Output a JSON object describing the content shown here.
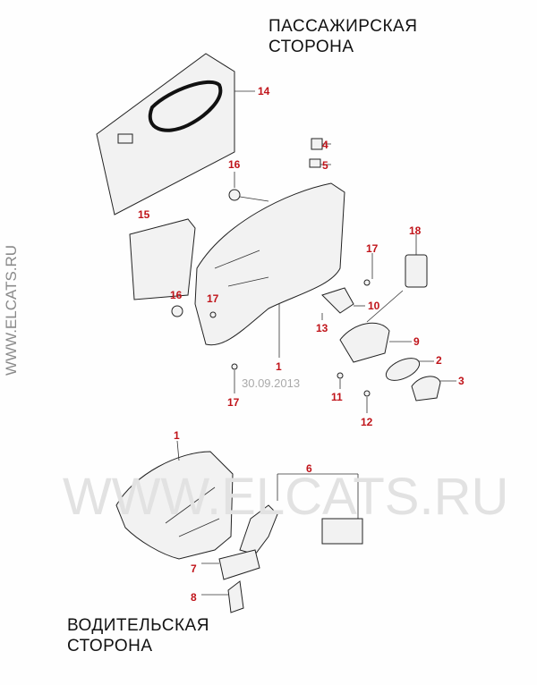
{
  "titles": {
    "passenger": [
      "ПАССАЖИРСКАЯ",
      "СТОРОНА"
    ],
    "driver": [
      "ВОДИТЕЛЬСКАЯ",
      "СТОРОНА"
    ]
  },
  "watermark": {
    "center": "WWW.ELCATS.RU",
    "side": "WWW.ELCATS.RU",
    "date": "30.09.2013"
  },
  "callouts": [
    "14",
    "4",
    "5",
    "16",
    "15",
    "18",
    "17",
    "16",
    "17",
    "10",
    "13",
    "9",
    "1",
    "2",
    "3",
    "17",
    "11",
    "12",
    "1",
    "6",
    "7",
    "8"
  ],
  "colors": {
    "callout": "#c0141a",
    "line": "#222222"
  }
}
